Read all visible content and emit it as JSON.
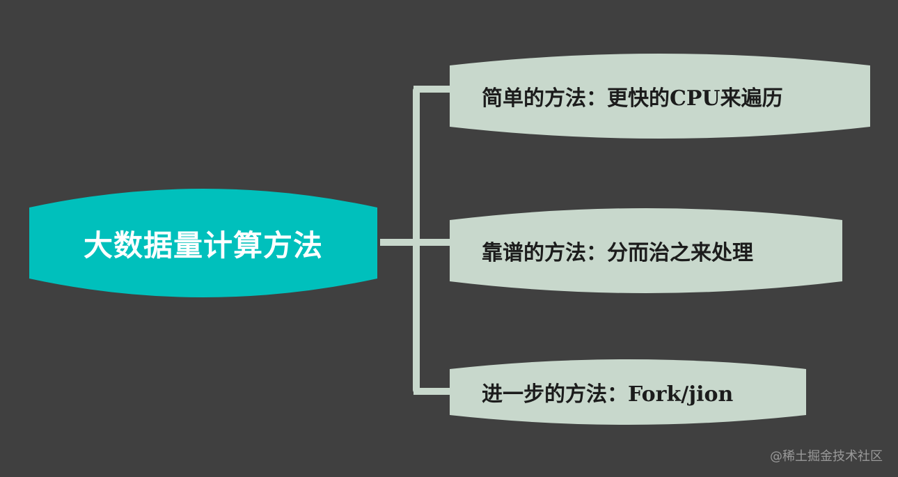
{
  "diagram": {
    "root": {
      "label": "大数据量计算方法"
    },
    "branches": [
      {
        "label": "简单的方法：更快的CPU来遍历"
      },
      {
        "label": "靠谱的方法：分而治之来处理"
      },
      {
        "label": "进一步的方法：Fork/jion"
      }
    ]
  },
  "colors": {
    "background": "#404040",
    "root_fill": "#00c0bc",
    "branch_fill": "#c8d8cc",
    "connector": "#c8d8cc"
  },
  "watermark": "@稀土掘金技术社区"
}
